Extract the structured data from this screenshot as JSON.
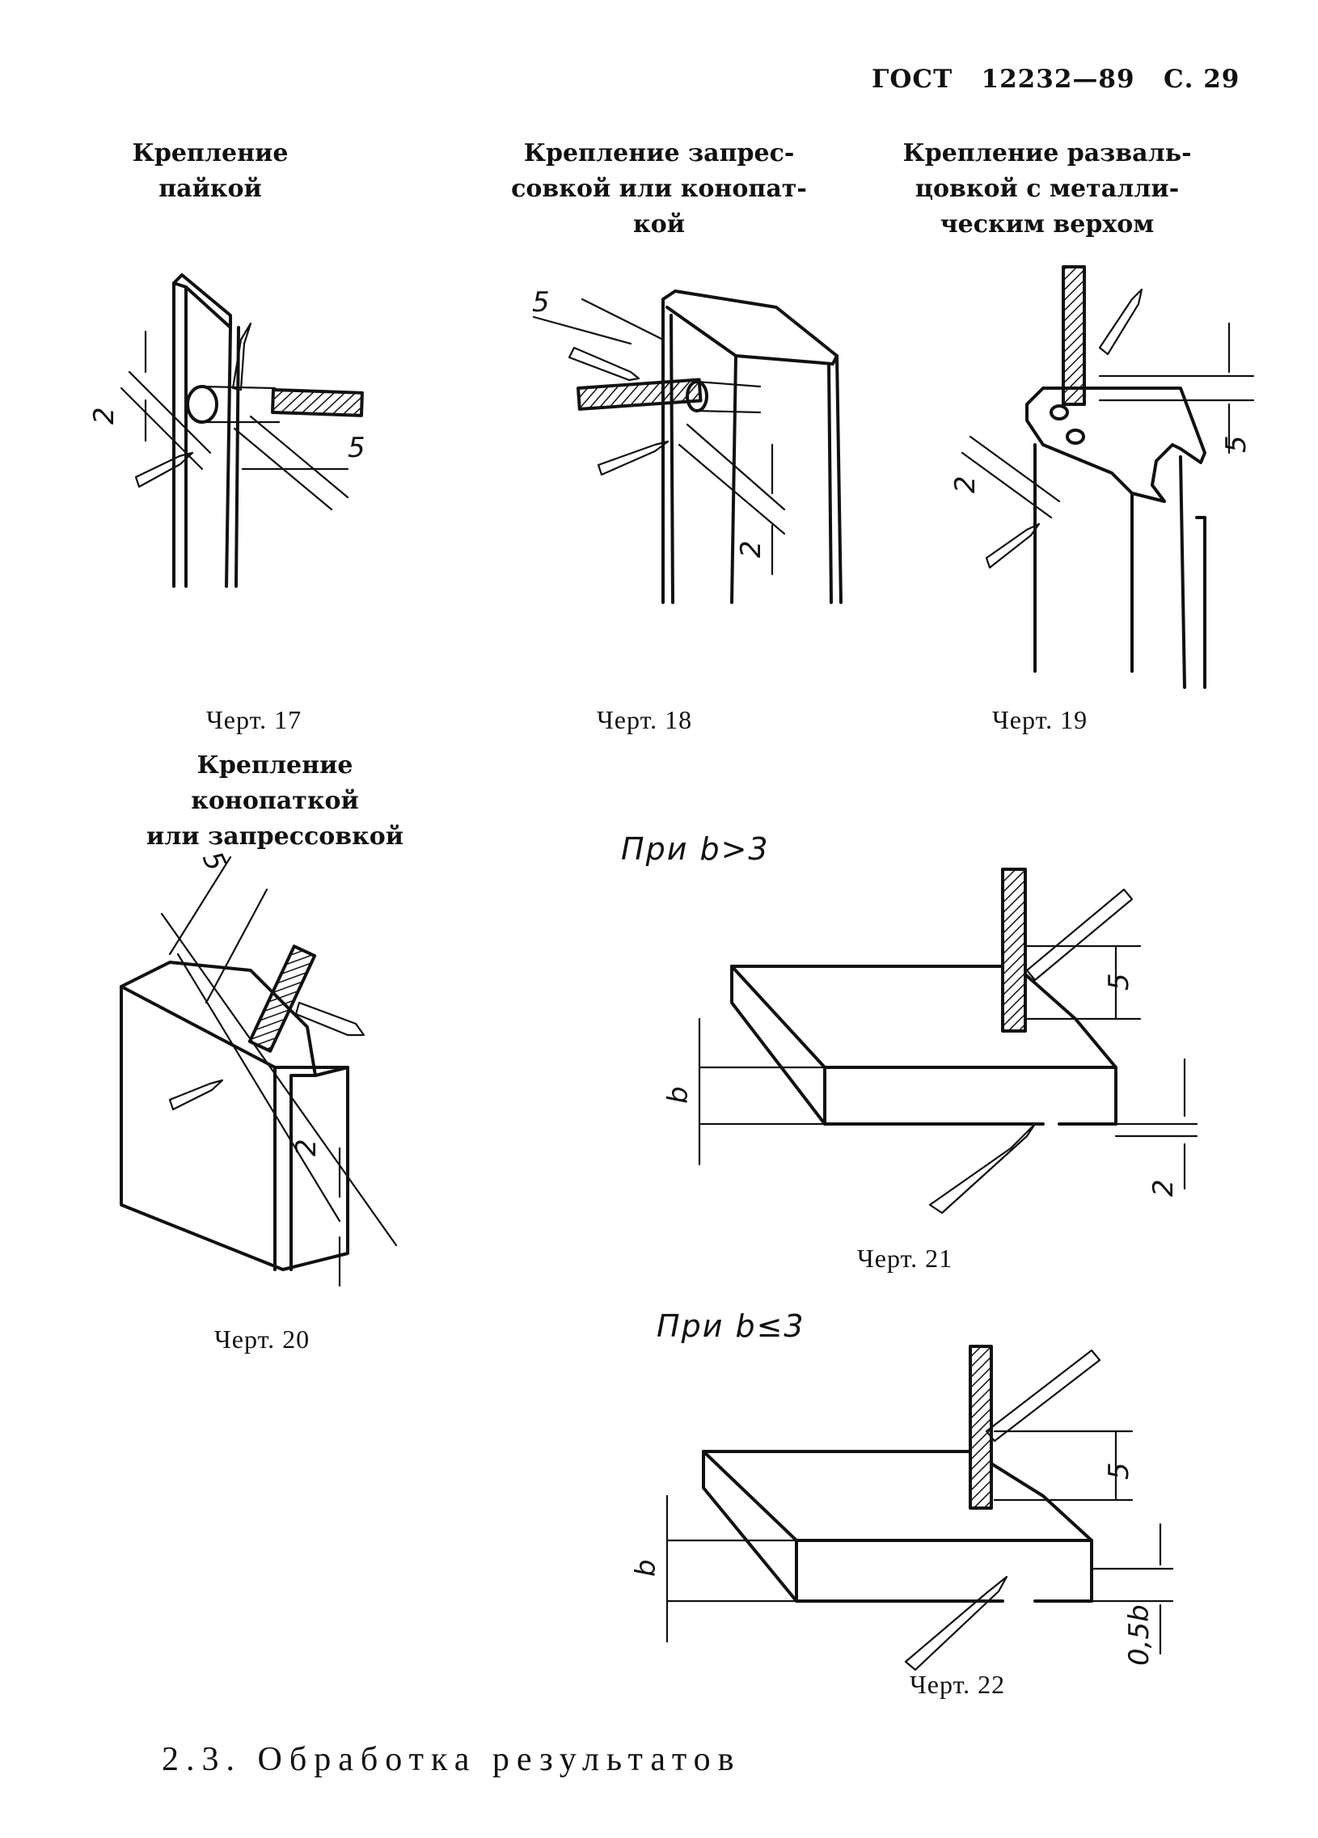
{
  "header": {
    "standard": "ГОСТ",
    "number": "12232—89",
    "page": "С. 29"
  },
  "captions": {
    "solder": "Крепление пайкой",
    "press": "Крепление запрес-\nсовкой или конопат-\nкой",
    "flare": "Крепление разваль-\nцовкой с металли-\nческим верхом",
    "caulk": "Крепление конопаткой\nили запрессовкой"
  },
  "figures": {
    "f17": "Черт. 17",
    "f18": "Черт. 18",
    "f19": "Черт. 19",
    "f20": "Черт. 20",
    "f21": "Черт. 21",
    "f22": "Черт. 22"
  },
  "conditions": {
    "b_gt_3": "При b>3",
    "b_le_3": "При b≤3"
  },
  "dims": {
    "two": "2",
    "five": "5",
    "b": "b",
    "half_b": "0,5b"
  },
  "section": "2.3. Обработка результатов"
}
